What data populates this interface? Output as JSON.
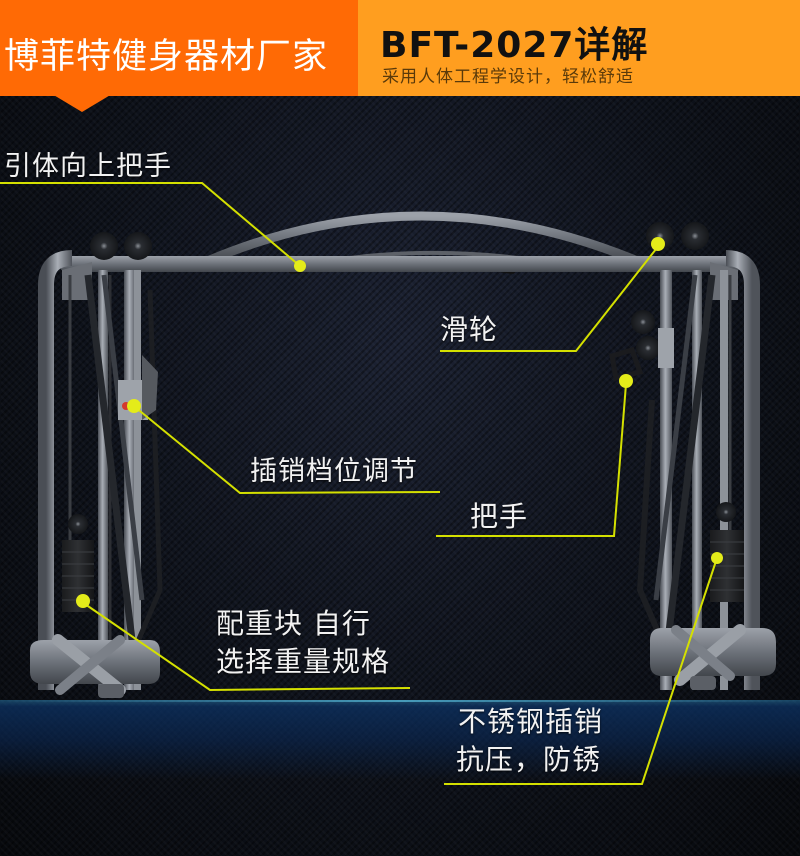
{
  "header": {
    "brand": "博菲特健身器材厂家",
    "model_title": "BFT-2027详解",
    "subtitle": "采用人体工程学设计，轻松舒适",
    "brand_bg": "#ff6a05",
    "model_bg": "#ff9e1f"
  },
  "callouts": [
    {
      "id": "pullup-handle",
      "label": "引体向上把手"
    },
    {
      "id": "pulley",
      "label": "滑轮"
    },
    {
      "id": "pin-adjust",
      "label": "插销档位调节"
    },
    {
      "id": "handle",
      "label": "把手"
    },
    {
      "id": "weight-stack-line1",
      "label": "配重块 自行"
    },
    {
      "id": "weight-stack-line2",
      "label": "选择重量规格"
    },
    {
      "id": "steel-pin-line1",
      "label": "不锈钢插销"
    },
    {
      "id": "steel-pin-line2",
      "label": "抗压，防锈"
    }
  ],
  "colors": {
    "callout_line": "#d4e000",
    "callout_dot": "#e4ec1a",
    "frame": "#7b8088"
  }
}
